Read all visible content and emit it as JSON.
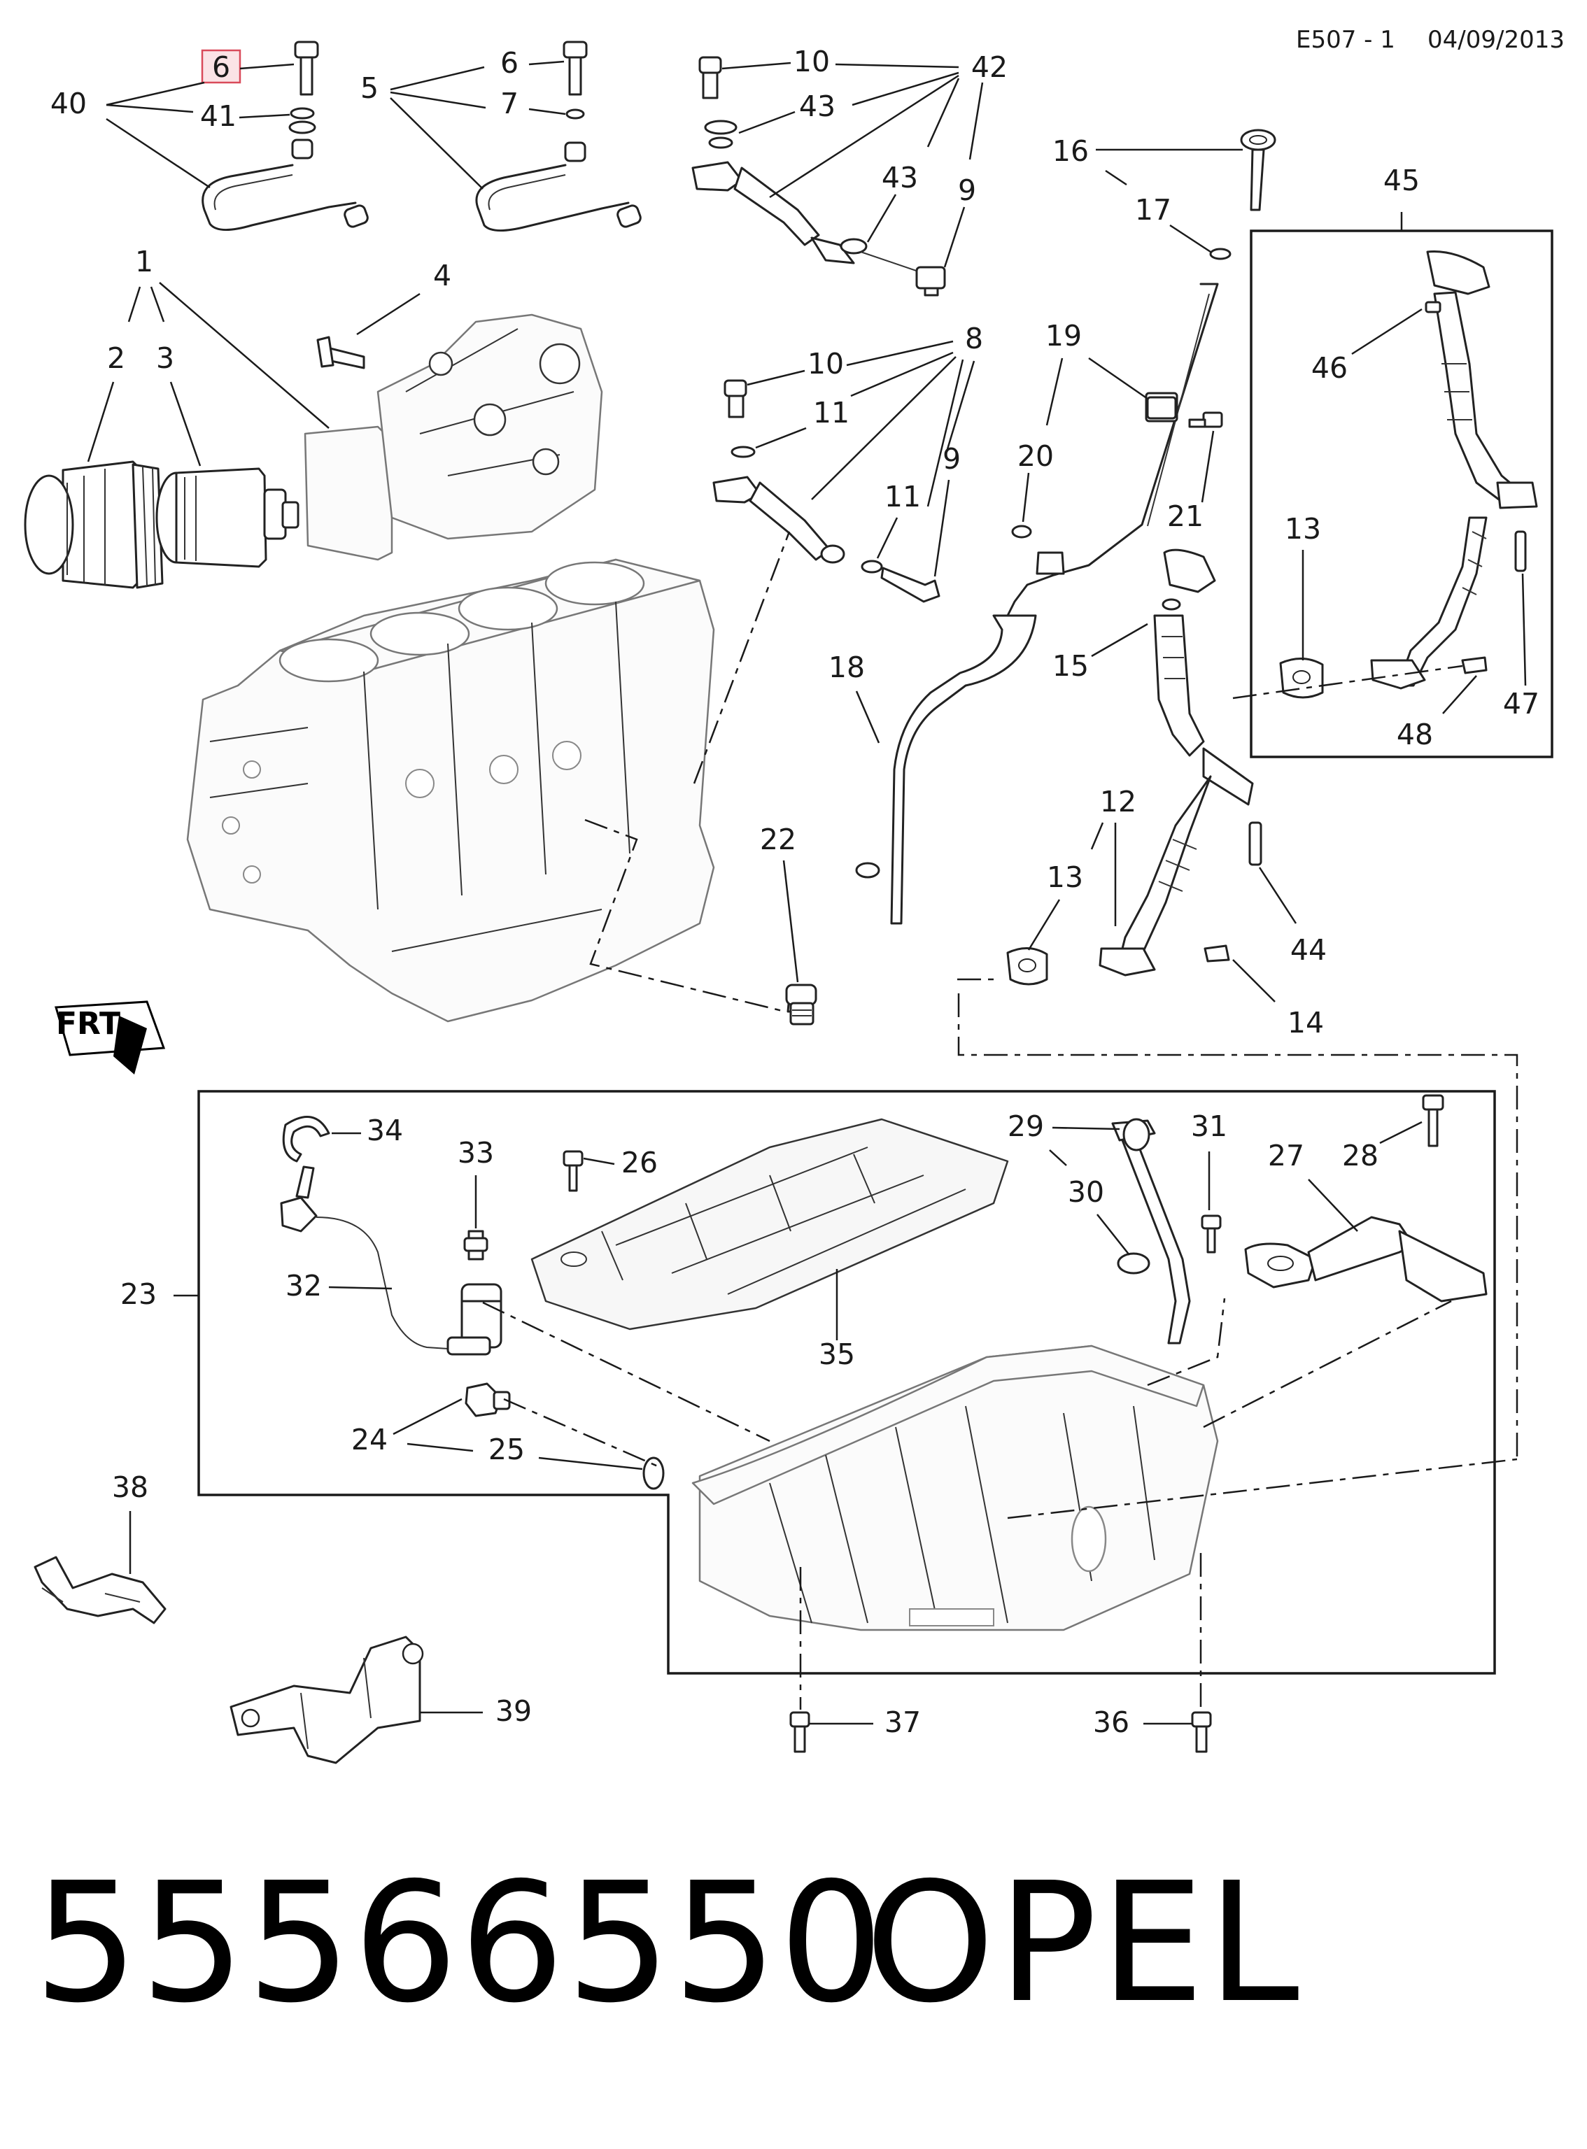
{
  "header": {
    "sheet": "E507 - 1",
    "date": "04/09/2013"
  },
  "callouts": {
    "c1": "1",
    "c2": "2",
    "c3": "3",
    "c4": "4",
    "c5": "5",
    "c6a": "6",
    "c6b": "6",
    "c7": "7",
    "c8": "8",
    "c9a": "9",
    "c9b": "9",
    "c10a": "10",
    "c10b": "10",
    "c11a": "11",
    "c11b": "11",
    "c12": "12",
    "c13a": "13",
    "c13b": "13",
    "c14": "14",
    "c15": "15",
    "c16": "16",
    "c17": "17",
    "c18": "18",
    "c19": "19",
    "c20": "20",
    "c21": "21",
    "c22": "22",
    "c23": "23",
    "c24": "24",
    "c25": "25",
    "c26": "26",
    "c27": "27",
    "c28": "28",
    "c29": "29",
    "c30": "30",
    "c31": "31",
    "c32": "32",
    "c33": "33",
    "c34": "34",
    "c35": "35",
    "c36": "36",
    "c37": "37",
    "c38": "38",
    "c39": "39",
    "c40": "40",
    "c41": "41",
    "c42": "42",
    "c43a": "43",
    "c43b": "43",
    "c44": "44",
    "c45": "45",
    "c46": "46",
    "c47": "47",
    "c48": "48"
  },
  "front_marker": "FRT",
  "footer": {
    "part_number": "55566550",
    "brand": "OPEL"
  },
  "colors": {
    "highlight_fill": "#fbe3e6",
    "highlight_stroke": "#d94a5a",
    "ink": "#1a1a1a"
  }
}
